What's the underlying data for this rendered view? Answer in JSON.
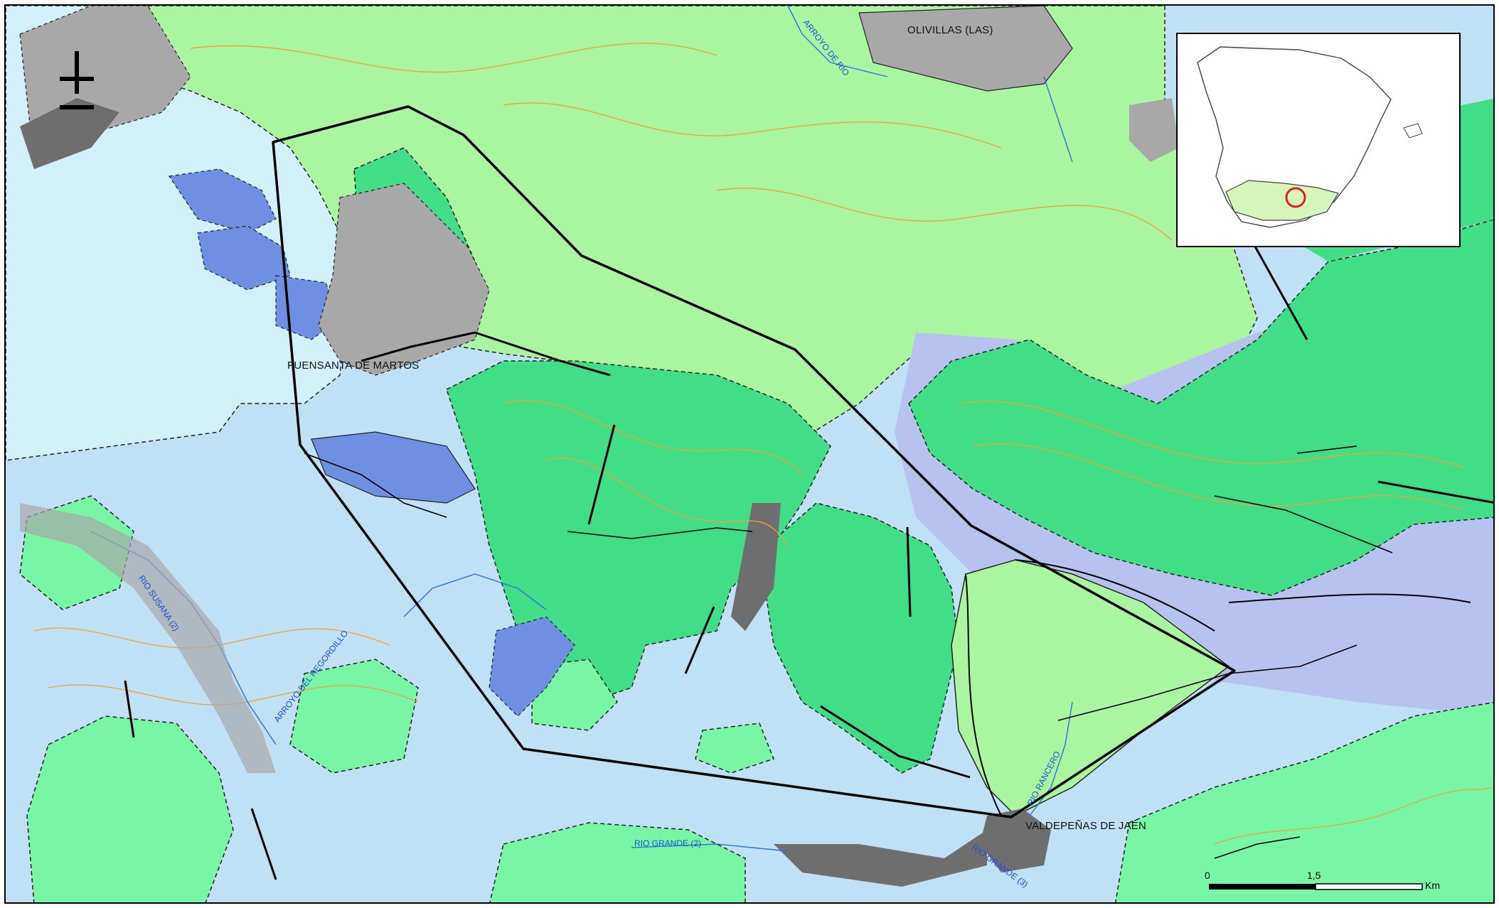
{
  "map": {
    "place_labels": [
      {
        "id": "olivillas",
        "text": "OLIVILLAS (LAS)"
      },
      {
        "id": "fuensanta",
        "text": "FUENSANTA DE MARTOS"
      },
      {
        "id": "valdepenas",
        "text": "VALDEPEÑAS DE JAÉN"
      }
    ],
    "river_labels": [
      {
        "id": "arroyo-north",
        "text": "ARROYO DE RIO"
      },
      {
        "id": "rio-susana",
        "text": "RIO SUSANA (2)"
      },
      {
        "id": "arroyo-del-regordillo",
        "text": "ARROYO DEL REGORDILLO"
      },
      {
        "id": "rio-grande-2",
        "text": "RIO GRANDE (2)"
      },
      {
        "id": "rio-ranchero",
        "text": "RIO RANCERO"
      },
      {
        "id": "rio-grande-3",
        "text": "RIO GRANDE (3)"
      }
    ],
    "colors": {
      "light_green": "#aaf5a0",
      "medium_green": "#41dd87",
      "mint_green": "#78f5a5",
      "pale_blue": "#bfe0f5",
      "light_cyan": "#d2f0fa",
      "lavender": "#b6c3ef",
      "blue": "#6f8fe2",
      "grey": "#a8a8a8",
      "dark_grey": "#6e6e6e",
      "contour": "#f0a33c",
      "river": "#2f6fe0",
      "boundary": "#000000"
    }
  },
  "north_arrow": {
    "icon": "north-arrow-icon"
  },
  "inset": {
    "icon": "iberian-peninsula-map",
    "highlight_color": "#e02020"
  },
  "scale": {
    "start": "0",
    "mid": "1,5",
    "unit": "Km"
  }
}
